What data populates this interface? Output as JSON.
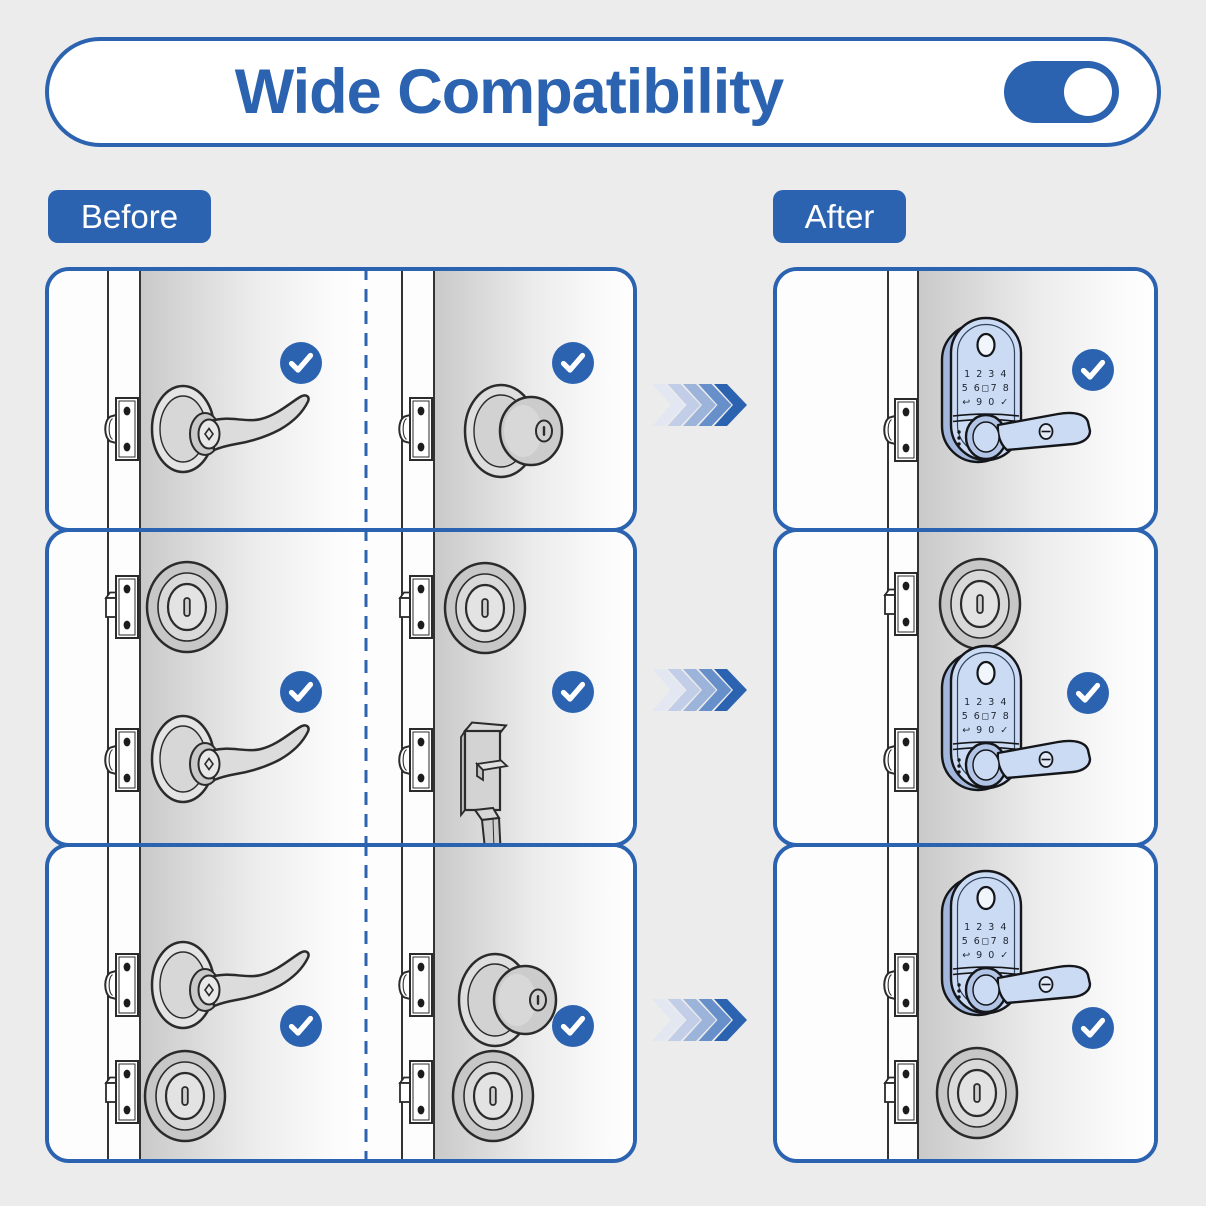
{
  "banner": {
    "title": "Wide Compatibility",
    "toggle_state": "on"
  },
  "sections": {
    "before_label": "Before",
    "after_label": "After"
  },
  "keypad": {
    "row1": "1 2 3 4",
    "row2": "5 6◻7 8",
    "row3": "↩ 9 0 ✓"
  },
  "icons": {
    "check": "✓",
    "chevron": "»",
    "toggle": "toggle-on",
    "fingerprint": "fingerprint-sensor"
  },
  "colors": {
    "accent": "#2b63b1",
    "page_bg": "#ececec",
    "check_bg": "#2b63b1",
    "lock_body": "#ccdbf4",
    "hardware_gray": "#d6d6d6"
  }
}
